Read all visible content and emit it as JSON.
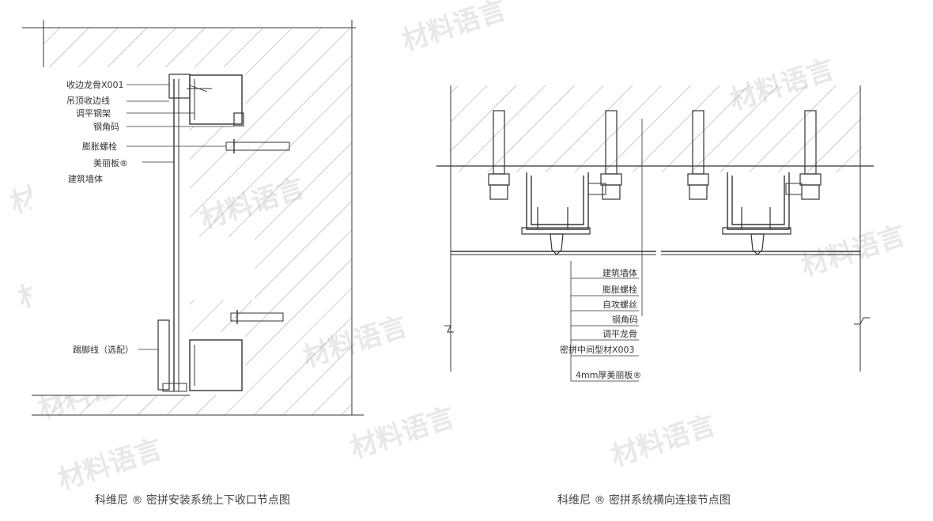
{
  "left_labels": [
    {
      "text": "收边龙骨X001"
    },
    {
      "text": "吊顶收边线"
    },
    {
      "text": "调平钢架"
    },
    {
      "text": "钢角码"
    },
    {
      "text": "膨胀螺栓"
    },
    {
      "text": "美丽板®"
    },
    {
      "text": "建筑墙体"
    },
    {
      "text": "踢脚线（选配）"
    }
  ],
  "right_labels": [
    {
      "text": "建筑墙体"
    },
    {
      "text": "膨胀螺栓"
    },
    {
      "text": "自攻螺丝"
    },
    {
      "text": "钢角码"
    },
    {
      "text": "调平龙骨"
    },
    {
      "text": "密拼中间型材X003"
    },
    {
      "text": "4mm厚美丽板®"
    }
  ],
  "captions": {
    "left": "科维尼 ® 密拼安装系统上下收口节点图",
    "right": "科维尼 ® 密拼系统横向连接节点图"
  },
  "watermark": "材料语言",
  "colors": {
    "line": "#333333",
    "hatch": "#9a9a9a",
    "watermark": "#e8e8e8"
  }
}
